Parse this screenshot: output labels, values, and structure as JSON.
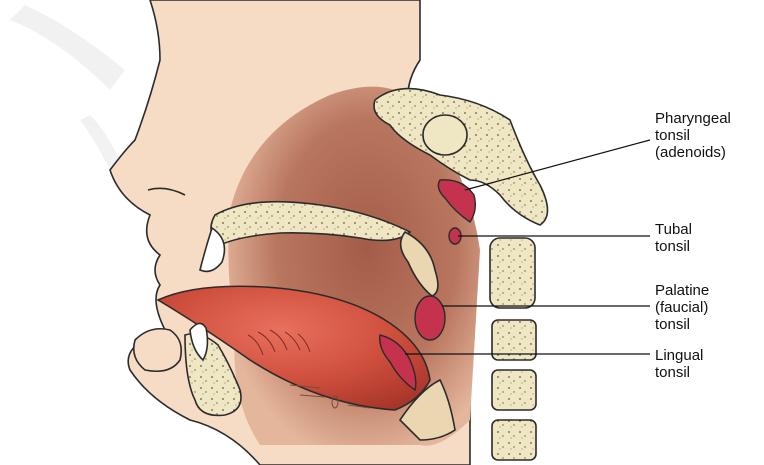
{
  "labels": {
    "pharyngeal": [
      "Pharyngeal",
      "tonsil",
      "(adenoids)"
    ],
    "tubal": [
      "Tubal",
      "tonsil"
    ],
    "palatine": [
      "Palatine",
      "(faucial)",
      "tonsil"
    ],
    "lingual": [
      "Lingual",
      "tonsil"
    ]
  },
  "colors": {
    "skin": "#f6dcc4",
    "cavity": "#b9765f",
    "bone": "#efe6c3",
    "tongue": "#d1503f",
    "tonsil": "#c4324e",
    "outline": "#2b2b2b"
  }
}
